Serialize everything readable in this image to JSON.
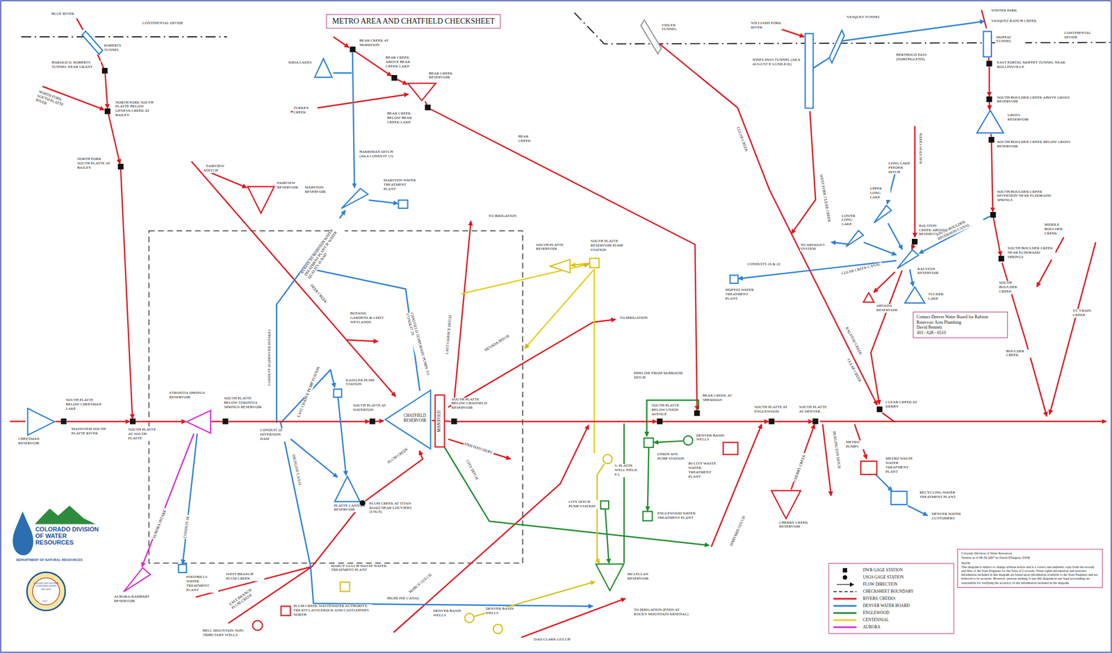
{
  "diagram": {
    "title": "METRO AREA AND CHATFIELD CHECKSHEET",
    "nodes": [
      {
        "text": [
          "ROBERTS TUNNEL"
        ]
      },
      {
        "text": [
          "HAROLD D. ROBERTS TUNNEL NEAR GRANT"
        ]
      },
      {
        "text": [
          "NORTH FORK SOUTH PLATTE BELOW GENEVA CREEK AT BAILEY"
        ]
      },
      {
        "text": [
          "NORTH FORK SOUTH PLATTE AT BAILEY"
        ]
      },
      {
        "text": [
          "BEAR CREEK AT MORRISON"
        ]
      },
      {
        "text": [
          "SODA LAKES"
        ]
      },
      {
        "text": [
          "BEAR CREEK ABOVE BEAR CREEK LAKE"
        ]
      },
      {
        "text": [
          "BEAR CREEK RESERVOIR"
        ]
      },
      {
        "text": [
          "BEAR CREEK BELOW BEAR CREEK LAKE"
        ]
      },
      {
        "text": [
          "FAIRVIEW RESERVOIR"
        ]
      },
      {
        "text": [
          "MARSTON RESERVOIR"
        ]
      },
      {
        "text": [
          "MARSTON WATER TREATMENT PLANT"
        ]
      },
      {
        "text": [
          "KASSLER PUMP STATION"
        ]
      },
      {
        "text": [
          "STRONTIA SPRINGS RESERVOIR"
        ]
      },
      {
        "text": [
          "CHEESMAN RESERVOIR"
        ]
      },
      {
        "text": [
          "SOUTH PLATTE BELOW CHEESMAN LAKE"
        ]
      },
      {
        "text": [
          "SOUTH PLATTE AT SOUTH PLATTE"
        ]
      },
      {
        "text": [
          "SOUTH PLATTE BELOW STRONTIA SPRINGS RESERVOIR"
        ]
      },
      {
        "text": [
          "SOUTH PLATTE AT WATERTON"
        ]
      },
      {
        "text": [
          "CHATFIELD RESERVOIR"
        ]
      },
      {
        "text": [
          "MANIFOLD"
        ]
      },
      {
        "text": [
          "SOUTH PLATTE BELOW CHATFIELD RESERVOIR"
        ]
      },
      {
        "text": [
          "PLATTE CANYON RESERVOIR"
        ]
      },
      {
        "text": [
          "PLUM CREEK AT TITAN ROAD NEAR LOUVIERS (USGS)"
        ]
      },
      {
        "text": [
          "FOOTHILLS WATER TREATMENT PLANT"
        ]
      },
      {
        "text": [
          "AURORA-RAMPART RESERVOIR"
        ]
      },
      {
        "text": [
          "MARCY GULCH WASTE WATER TREATMENT PLANT"
        ]
      },
      {
        "text": [
          "PLUM CREEK WASTEWATER AUTHORITY, TREATS CASTLEROCK AND CASTLEPINES NORTH"
        ]
      },
      {
        "text": [
          "BELL MOUNTAIN NON-TRIBUTARY WELLS"
        ]
      },
      {
        "text": [
          "DENVER BASIN WELLS"
        ]
      },
      {
        "text": [
          "DENVER BASIN WELLS"
        ]
      },
      {
        "text": [
          "SOUTH PLATTE RESERVOIR"
        ]
      },
      {
        "text": [
          "SOUTH PLATTE RESERVOIR PUMP STATION"
        ]
      },
      {
        "text": [
          "S. PLATTE WELL FIELD # 2"
        ]
      },
      {
        "text": [
          "CITY DITCH PUMP STATION"
        ]
      },
      {
        "text": [
          "UNION AVE. PUMP STATION"
        ]
      },
      {
        "text": [
          "ENGLEWOOD WATER TREATMENT PLANT"
        ]
      },
      {
        "text": [
          "MCLELLAN RESERVOIR"
        ]
      },
      {
        "text": [
          "DENVER BASIN WELLS"
        ]
      },
      {
        "text": [
          "SOUTH PLATTE BELOW UNION AVENUE"
        ]
      },
      {
        "text": [
          "BEAR CREEK AT SHERIDAN"
        ]
      },
      {
        "text": [
          "BI-CITY WASTE WATER TREATMENT PLANT"
        ]
      },
      {
        "text": [
          "SOUTH PLATTE AT ENGLEWOOD"
        ]
      },
      {
        "text": [
          "SOUTH PLATTE AT DENVER"
        ]
      },
      {
        "text": [
          "CHERRY CREEK RESERVOIR"
        ]
      },
      {
        "text": [
          "METRO WASTE WATER TREATMENT PLANT"
        ]
      },
      {
        "text": [
          "RECYCLING WATER TREATMENT PLANT"
        ]
      },
      {
        "text": [
          "VIDLER TUNNEL"
        ]
      },
      {
        "text": [
          "JONES PASS TUNNEL (AKA AUGUST P. GUMLICK)"
        ]
      },
      {
        "text": [
          "VASQUEZ TUNNEL"
        ]
      },
      {
        "text": [
          "MOFFAT TUNNEL"
        ]
      },
      {
        "text": [
          "EAST PORTAL MOFFET TUNNEL NEAR ROLLINSVILLE"
        ]
      },
      {
        "text": [
          "SOUTH BOULDER CREEK ABOVE GROSS RESERVOIR"
        ]
      },
      {
        "text": [
          "GROSS RESERVOIR"
        ]
      },
      {
        "text": [
          "SOUTH BOULDER CREEK BELOW GROSS RESERVOIR"
        ]
      },
      {
        "text": [
          "SOUTH BOULDER CREEK DIVERSION NEAR ELDORADO SPRINGS"
        ]
      },
      {
        "text": [
          "SOUTH BOULDER CREEK NEAR ELDORADO SPRINGS"
        ]
      },
      {
        "text": [
          "UPPER LONG LAKE"
        ]
      },
      {
        "text": [
          "LOWER LONG LAKE"
        ]
      },
      {
        "text": [
          "RALSTON CREEK ABOVE RESERVOIR"
        ]
      },
      {
        "text": [
          "RALSTON RESERVOIR"
        ]
      },
      {
        "text": [
          "MOFFAT WATER TREATMENT PLANT"
        ]
      },
      {
        "text": [
          "TUCKER LAKE"
        ]
      },
      {
        "text": [
          "ARVADA RESERVOIR"
        ]
      },
      {
        "text": [
          "CLEAR CREEK AT DERBY"
        ]
      },
      {
        "text": [
          "Contact Denver Water Board for Ralston Reservoir Area Plumbing",
          "David Bennett",
          "303 - 628 - 6510"
        ]
      },
      {
        "text": [
          "Colorado Division of Water Resources",
          "Version as of 08-30-2007 by David Ellington, DWR",
          "NOTE:",
          "This diagram is subject to change without notice and is a correct and authentic copy from the records and files of the State Engineer for the State of Colorado. Water rights information and structure information included in this diagram are based upon information available to the State Engineer and are believed to be accurate. However, persons seeking to use this diagram in any legal proceeding are responsible for verifying the accuracy of any information included in the diagram."
        ]
      }
    ],
    "edges": [
      {
        "from": 14,
        "to": 15,
        "arrow": "none"
      },
      {
        "from": 15,
        "to": 16,
        "arrow": "to"
      },
      {
        "from": 16,
        "to": 13,
        "arrow": "to"
      },
      {
        "from": 13,
        "to": 17,
        "arrow": "none"
      },
      {
        "from": 17,
        "to": 18,
        "arrow": "to"
      },
      {
        "from": 18,
        "to": 19,
        "arrow": "to"
      },
      {
        "from": 19,
        "to": 20,
        "arrow": "none"
      },
      {
        "from": 20,
        "to": 21,
        "arrow": "none"
      },
      {
        "from": 21,
        "to": 39,
        "arrow": "to"
      },
      {
        "from": 39,
        "to": 42,
        "arrow": "to"
      },
      {
        "from": 42,
        "to": 43,
        "arrow": "to"
      },
      {
        "from": 0,
        "to": 1,
        "arrow": "none"
      },
      {
        "from": 1,
        "to": 2,
        "arrow": "to"
      },
      {
        "from": 2,
        "to": 3,
        "arrow": "to"
      },
      {
        "from": 3,
        "to": 16,
        "arrow": "to"
      },
      {
        "from": 4,
        "to": 6,
        "arrow": "to"
      },
      {
        "from": 6,
        "to": 7,
        "arrow": "to"
      },
      {
        "from": 7,
        "to": 8,
        "arrow": "none"
      },
      {
        "from": 8,
        "to": 40,
        "arrow": "to"
      },
      {
        "from": 4,
        "to": 10,
        "arrow": "to"
      },
      {
        "from": 10,
        "to": 11,
        "arrow": "to"
      },
      {
        "from": 12,
        "to": 22,
        "arrow": "to"
      },
      {
        "from": 13,
        "to": 25,
        "arrow": "to"
      },
      {
        "from": 13,
        "to": 24,
        "arrow": "to"
      },
      {
        "from": 23,
        "to": 19,
        "arrow": "to"
      },
      {
        "from": 32,
        "to": 31,
        "arrow": "to"
      },
      {
        "from": 33,
        "to": 37,
        "arrow": "to"
      },
      {
        "from": 29,
        "to": 37,
        "arrow": "to"
      },
      {
        "from": 38,
        "to": 35,
        "arrow": "to"
      },
      {
        "from": 35,
        "to": 36,
        "arrow": "to"
      },
      {
        "from": 34,
        "to": 37,
        "arrow": "to"
      },
      {
        "from": 44,
        "to": 43,
        "arrow": "to"
      },
      {
        "from": 45,
        "to": 46,
        "arrow": "to"
      },
      {
        "from": 50,
        "to": 51,
        "arrow": "none"
      },
      {
        "from": 51,
        "to": 52,
        "arrow": "to"
      },
      {
        "from": 52,
        "to": 53,
        "arrow": "to"
      },
      {
        "from": 53,
        "to": 54,
        "arrow": "none"
      },
      {
        "from": 54,
        "to": 55,
        "arrow": "to"
      },
      {
        "from": 55,
        "to": 56,
        "arrow": "to"
      },
      {
        "from": 55,
        "to": 60,
        "arrow": "to"
      },
      {
        "from": 57,
        "to": 60,
        "arrow": "to"
      },
      {
        "from": 58,
        "to": 60,
        "arrow": "to"
      },
      {
        "from": 59,
        "to": 60,
        "arrow": "to"
      },
      {
        "from": 60,
        "to": 61,
        "arrow": "to"
      },
      {
        "from": 60,
        "to": 62,
        "arrow": "to"
      }
    ],
    "labels": [
      "BLUE RIVER",
      "CONTINENTAL DIVIDE",
      "CONTINENTAL DIVIDE",
      "NORTH FORK SOUTH PLATTE RIVER",
      "MAINSTEM SOUTH PLATTE RIVER",
      "AURORA INTAKE",
      "CONDUIT 26",
      "CONDUIT 20 DIVERSION DAM",
      "CONDUIT 20 (DENVER INTAKE)",
      "HIGHLINE CANAL",
      "LAST CHANCE PUMP STATION",
      "PLUM CREEK",
      "WEST BRANCH PLUM CREEK",
      "EAST BRANCH PLUM CREEK",
      "MARCY GULCH",
      "HIGHLINE CANAL",
      "DAD CLARK GULCH",
      "DEER CREEK",
      "BOTANIC GARDENS & CDOT WETLANDS",
      "CHATFIELD TEMPORARY PUMPS TO CONDUIT 20",
      "BYPASS TO MARSTON WATER TREATMENT PLANT IF WATER QUALITY IS BAD",
      "HARRIMAN DITCH (AKA CONDUIT 15)",
      "TURKEY CREEK",
      "FAIRVIEW DITCH",
      "BEAR CREEK",
      "TO IRRIGATION",
      "LAST CHANCE DITCH",
      "NEVADA DITCH",
      "TO IRRIGATION",
      "FISH HATCHERY",
      "CITY DITCH",
      "PIPELINE FROM McBROOM DITCH",
      "HARVARD GULCH",
      "CHERRY CREEK",
      "BURLINGTON DITCH",
      "METRO PUMPS",
      "DENVER WATER CUSTOMERS",
      "TO IRRIGATION (ENDS AT ROCKY MOUNTAIN ARSENAL)",
      "WILLIAMS FORK RIVER",
      "BERTHOUD PASS (NORTHGLENN)",
      "WINTER PARK",
      "VASQUEZ RANCH CREEK",
      "CLEAR CREEK",
      "WEST FORK CLEAR CREEK",
      "RALSTON CREEK",
      "LONG LAKE FEEDER DITCH",
      "TO ARVADA'S SYSTEM",
      "CONDUITS 16 & 22",
      "CLEAR CREEK CANAL",
      "SOUTH BOULDER DIVERSION CANAL",
      "RALSTON CREEK",
      "CLEAR CREEK",
      "MIDDLE BOULDER CREEK",
      "SOUTH BOULDER CREEK",
      "BOULDER CREEK",
      "ST. VRAIN CREEK",
      "COLORADO DIVISION OF WATER RESOURCES",
      "DEPARTMENT OF NATURAL RESOURCES",
      "COLORADO WATER CONSERVATION BOARD",
      "1937"
    ],
    "legend": [
      {
        "text": "DWR GAGE STATION"
      },
      {
        "text": "USGS GAGE STATION"
      },
      {
        "text": "FLOW DIRECTION"
      },
      {
        "text": "CHECKSHEET BOUNDARY"
      },
      {
        "text": "RIVERS, CREEKS",
        "color": "#e3141b"
      },
      {
        "text": "DENVER WATER BOARD",
        "color": "#2b7fd6"
      },
      {
        "text": "ENGLEWOOD",
        "color": "#1e8c2b"
      },
      {
        "text": "CENTENNIAL",
        "color": "#e6cf1c"
      },
      {
        "text": "AURORA",
        "color": "#d42ad4"
      }
    ]
  }
}
